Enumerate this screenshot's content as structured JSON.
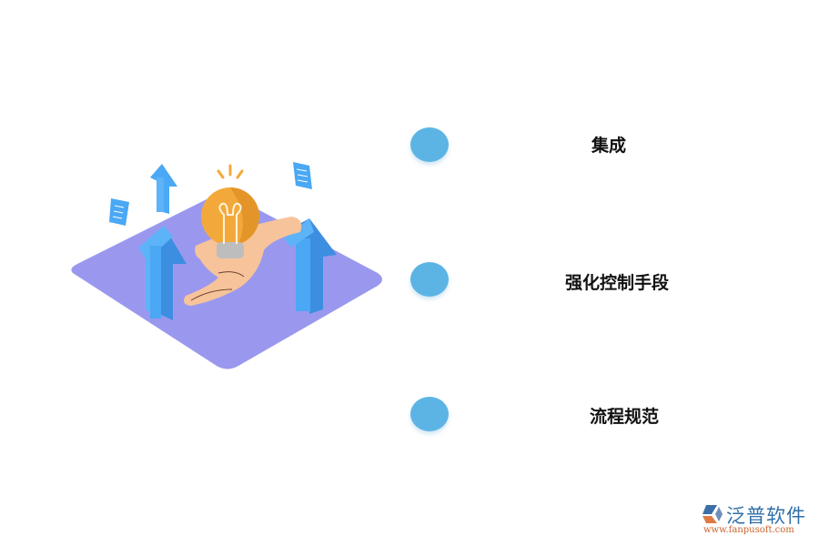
{
  "items": [
    {
      "label": "集成"
    },
    {
      "label": "强化控制手段"
    },
    {
      "label": "流程规范"
    }
  ],
  "logo": {
    "name": "泛普软件",
    "url": "www.fanpusoft.com"
  },
  "colors": {
    "dot": "#5cb4e4",
    "platform": "#9a98ee",
    "arrow": "#4aa8f4",
    "bulb": "#f3a93a",
    "hand": "#f7c39a"
  }
}
